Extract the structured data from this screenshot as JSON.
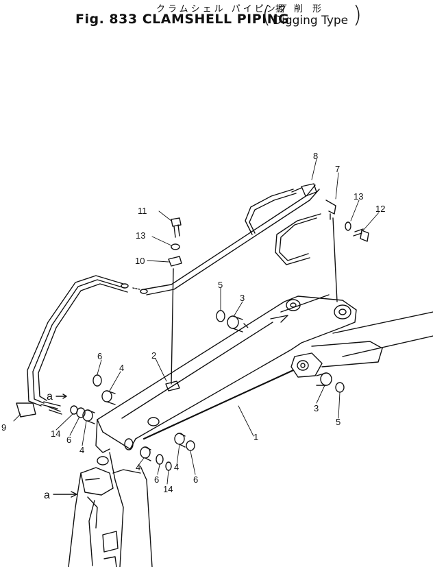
{
  "header": {
    "jp_title": "クラムシェル パイピング",
    "title": "Fig. 833 CLAMSHELL PIPING",
    "jp_type": "掘削形",
    "type_label": "Digging Type"
  },
  "callouts": [
    {
      "id": "c1",
      "text": "1"
    },
    {
      "id": "c2",
      "text": "2"
    },
    {
      "id": "c3a",
      "text": "3"
    },
    {
      "id": "c3b",
      "text": "3"
    },
    {
      "id": "c4a",
      "text": "4"
    },
    {
      "id": "c4b",
      "text": "4"
    },
    {
      "id": "c4c",
      "text": "4"
    },
    {
      "id": "c4d",
      "text": "4"
    },
    {
      "id": "c5a",
      "text": "5"
    },
    {
      "id": "c5b",
      "text": "5"
    },
    {
      "id": "c6a",
      "text": "6"
    },
    {
      "id": "c6b",
      "text": "6"
    },
    {
      "id": "c6c",
      "text": "6"
    },
    {
      "id": "c6d",
      "text": "6"
    },
    {
      "id": "c7",
      "text": "7"
    },
    {
      "id": "c8",
      "text": "8"
    },
    {
      "id": "c9",
      "text": "9"
    },
    {
      "id": "c10",
      "text": "10"
    },
    {
      "id": "c11",
      "text": "11"
    },
    {
      "id": "c12",
      "text": "12"
    },
    {
      "id": "c13a",
      "text": "13"
    },
    {
      "id": "c13b",
      "text": "13"
    },
    {
      "id": "c14a",
      "text": "14"
    },
    {
      "id": "c14b",
      "text": "14"
    },
    {
      "id": "ca1",
      "text": "a"
    },
    {
      "id": "ca2",
      "text": "a"
    }
  ]
}
